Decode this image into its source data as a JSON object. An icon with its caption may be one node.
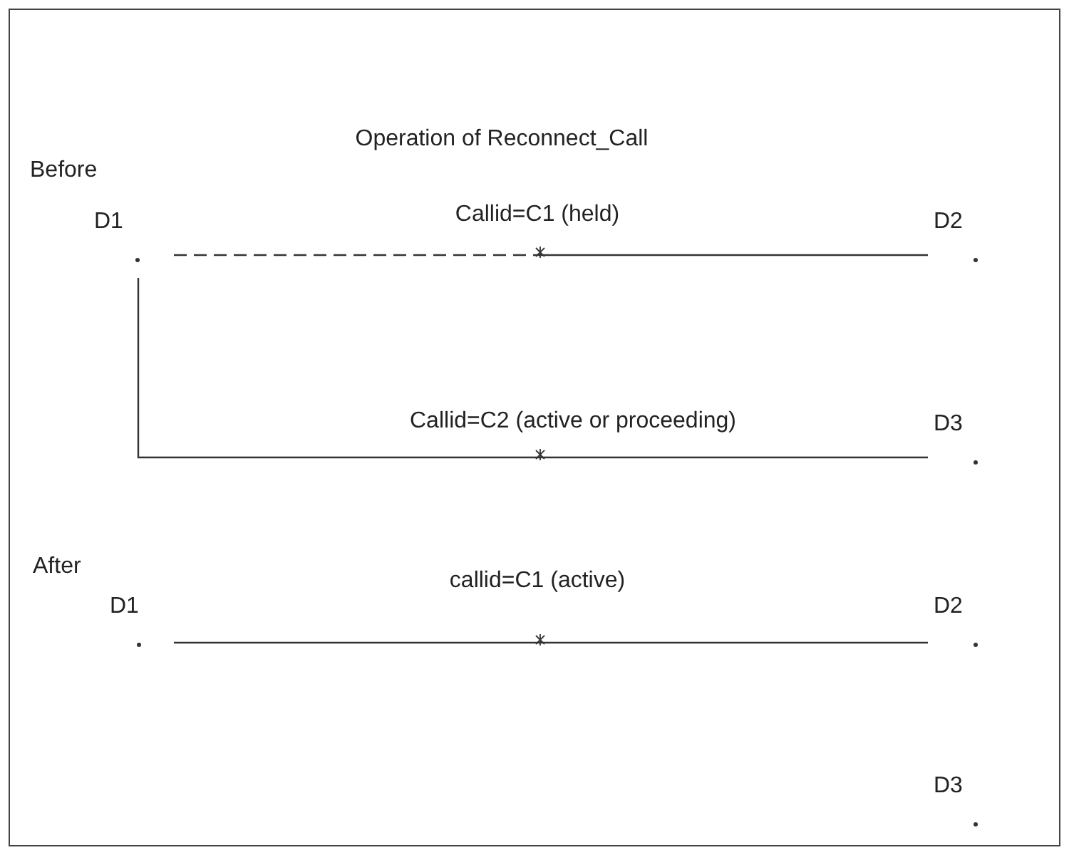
{
  "diagram": {
    "title": "Operation of Reconnect_Call",
    "nodes": [
      {
        "text": [
          "D1"
        ]
      },
      {
        "text": [
          "D2"
        ]
      },
      {
        "text": [
          "D3"
        ]
      },
      {
        "text": [
          "D1"
        ]
      },
      {
        "text": [
          "D2"
        ]
      },
      {
        "text": [
          "D3"
        ]
      }
    ],
    "edges": [
      {
        "from": 0,
        "to": 1,
        "arrow": "none",
        "label": "Callid=C1 (held)",
        "style": "dashed"
      },
      {
        "from": 0,
        "to": 2,
        "arrow": "none",
        "label": "Callid=C2 (active or proceeding)"
      },
      {
        "from": 3,
        "to": 4,
        "arrow": "none",
        "label": "callid=C1 (active)"
      }
    ],
    "labels": [
      "Before",
      "After"
    ]
  }
}
